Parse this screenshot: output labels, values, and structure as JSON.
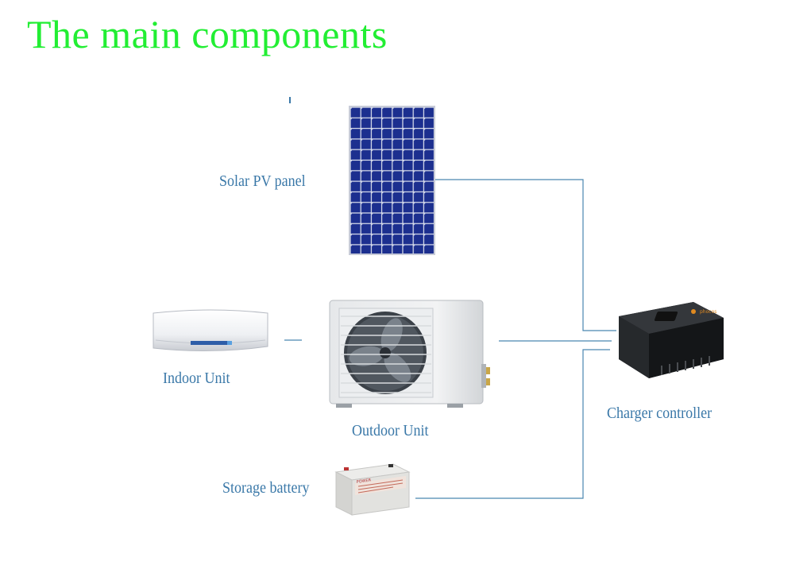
{
  "title": "The main components",
  "components": {
    "solar_panel": {
      "label": "Solar PV panel"
    },
    "indoor_unit": {
      "label": "Indoor Unit"
    },
    "outdoor_unit": {
      "label": "Outdoor Unit"
    },
    "charger_controller": {
      "label": "Charger controller"
    },
    "storage_battery": {
      "label": "Storage battery"
    }
  },
  "colors": {
    "title": "#22ee33",
    "label": "#3a78a8",
    "wire": "#4a86b0",
    "panel_cell": "#1c2f8f"
  }
}
